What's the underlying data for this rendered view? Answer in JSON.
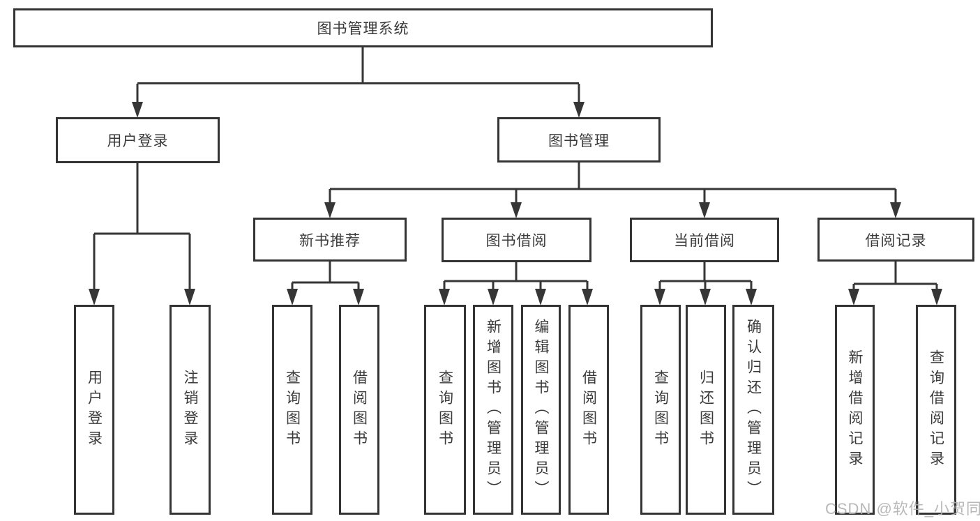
{
  "diagram": {
    "root": {
      "label": "图书管理系统"
    },
    "level2": [
      {
        "label": "用户登录",
        "leaves": [
          "用户登录",
          "注销登录"
        ]
      },
      {
        "label": "图书管理"
      }
    ],
    "level3": [
      {
        "label": "新书推荐",
        "leaves": [
          "查询图书",
          "借阅图书"
        ]
      },
      {
        "label": "图书借阅",
        "leaves": [
          "查询图书",
          "新增图书（管理员）",
          "编辑图书（管理员）",
          "借阅图书"
        ]
      },
      {
        "label": "当前借阅",
        "leaves": [
          "查询图书",
          "归还图书",
          "确认归还（管理员）"
        ]
      },
      {
        "label": "借阅记录",
        "leaves": [
          "新增借阅记录",
          "查询借阅记录"
        ]
      }
    ]
  },
  "watermark": "CSDN @软件_小贺同学",
  "colors": {
    "line": "#363636",
    "border": "#343434",
    "text": "#3a3a3a",
    "background": "#ffffff",
    "watermark": "#b0b0b0"
  }
}
